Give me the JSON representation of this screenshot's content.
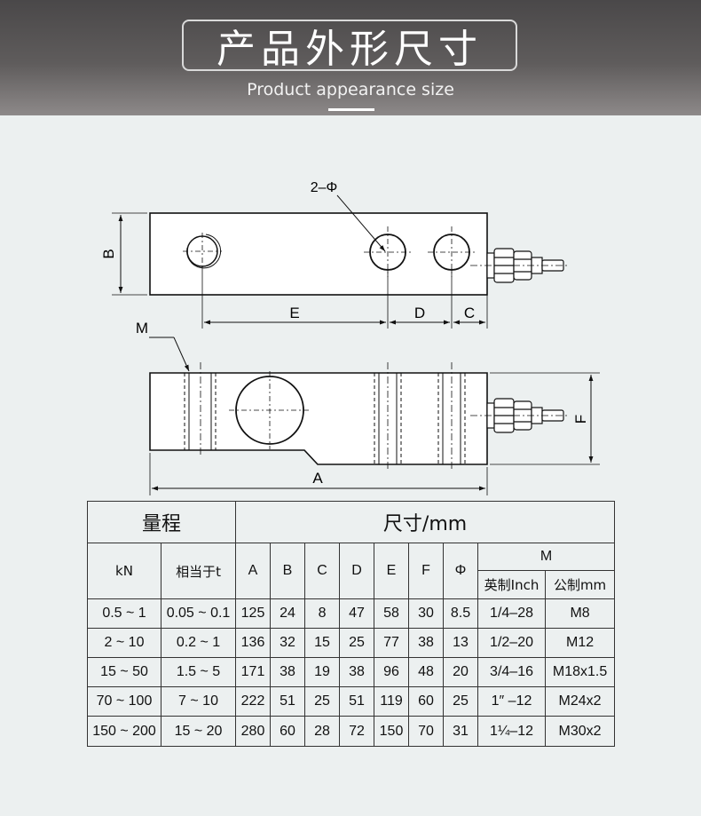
{
  "header": {
    "title": "产品外形尺寸",
    "subtitle": "Product appearance size"
  },
  "diagram": {
    "labels": {
      "hole": "2–Φ",
      "B": "B",
      "E": "E",
      "D": "D",
      "C": "C",
      "M": "M",
      "F": "F",
      "A": "A"
    }
  },
  "table": {
    "header_range": "量程",
    "header_dims": "尺寸/mm",
    "col_kn": "kN",
    "col_t": "相当于t",
    "col_M": "M",
    "dim_cols": [
      "A",
      "B",
      "C",
      "D",
      "E",
      "F",
      "Φ"
    ],
    "col_inch": "英制Inch",
    "col_metric": "公制mm",
    "rows": [
      [
        "0.5 ~ 1",
        "0.05 ~ 0.1",
        "125",
        "24",
        "8",
        "47",
        "58",
        "30",
        "8.5",
        "1/4–28",
        "M8"
      ],
      [
        "2 ~ 10",
        "0.2 ~ 1",
        "136",
        "32",
        "15",
        "25",
        "77",
        "38",
        "13",
        "1/2–20",
        "M12"
      ],
      [
        "15 ~ 50",
        "1.5 ~ 5",
        "171",
        "38",
        "19",
        "38",
        "96",
        "48",
        "20",
        "3/4–16",
        "M18x1.5"
      ],
      [
        "70 ~ 100",
        "7 ~ 10",
        "222",
        "51",
        "25",
        "51",
        "119",
        "60",
        "25",
        "1″ –12",
        "M24x2"
      ],
      [
        "150 ~ 200",
        "15 ~ 20",
        "280",
        "60",
        "28",
        "72",
        "150",
        "70",
        "31",
        "1¼–12",
        "M30x2"
      ]
    ]
  }
}
